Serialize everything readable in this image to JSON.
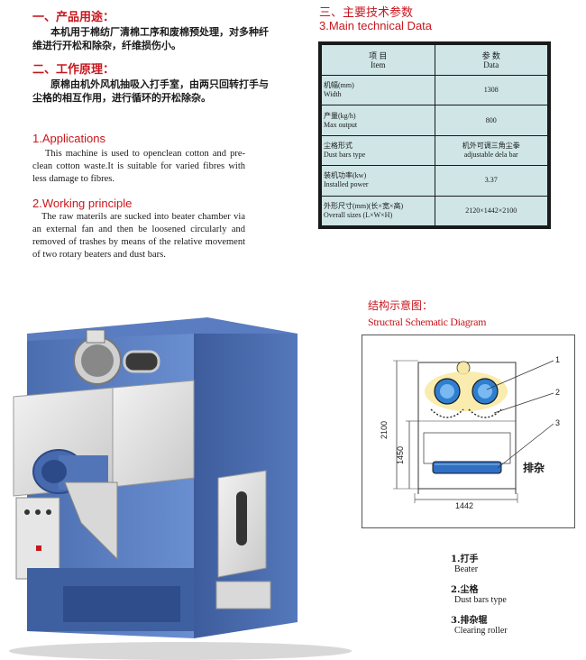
{
  "section1_cn_title": "一、产品用途：",
  "section1_cn_text": "本机用于棉纺厂清棉工序和废棉预处理，对多种纤维进行开松和除杂，纤维损伤小。",
  "section2_cn_title": "二、工作原理：",
  "section2_cn_text": "原棉由机外风机抽吸入打手室，由两只回转打手与尘格的相互作用，进行循环的开松除杂。",
  "section1_en_title": "1.Applications",
  "section1_en_text": "This machine is used to openclean cotton and pre-clean cotton waste.It is suitable for varied fibres with less damage to fibres.",
  "section2_en_title": "2.Working principle",
  "section2_en_text": "The raw materils are sucked into beater chamber via an external fan and then be loosened circularly and removed of trashes by  means of the relative movement of  two rotary beaters and dust bars.",
  "spec": {
    "title_cn": "三、主要技术参数",
    "title_en": "3.Main technical Data",
    "header": {
      "item_cn": "项     目",
      "item_en": "Item",
      "data_cn": "参     数",
      "data_en": "Data"
    },
    "rows": [
      {
        "cn": "机幅(mm)",
        "en": "Width",
        "value": "1308"
      },
      {
        "cn": "产量(kg/h)",
        "en": "Max output",
        "value": "800"
      },
      {
        "cn": "尘格形式",
        "en": "Dust bars type",
        "value": "机外可调三角尘拳",
        "value2": "adjustable dela bar"
      },
      {
        "cn": "装机功率(kw)",
        "en": "Installed power",
        "value": "3.37"
      },
      {
        "cn": "外形尺寸(mm)(长×宽×高)",
        "en": "Overall sizes (L×W×H)",
        "value": "2120×1442×2100"
      }
    ]
  },
  "diagram": {
    "title_cn": "结构示意图：",
    "title_en": "Structral Schematic Diagram",
    "dim_height": "2100",
    "dim_inner": "1450",
    "dim_width": "1442",
    "callouts": [
      "1",
      "2",
      "3"
    ],
    "exhaust_label": "排杂"
  },
  "legend": [
    {
      "num": "1.打手",
      "en": "Beater"
    },
    {
      "num": "2.尘格",
      "en": "Dust bars type"
    },
    {
      "num": "3.排杂辊",
      "en": "Clearing roller"
    }
  ],
  "colors": {
    "accent": "#c8161d",
    "table_bg": "#cfe5e6",
    "machine_blue": "#5c7fc0"
  }
}
